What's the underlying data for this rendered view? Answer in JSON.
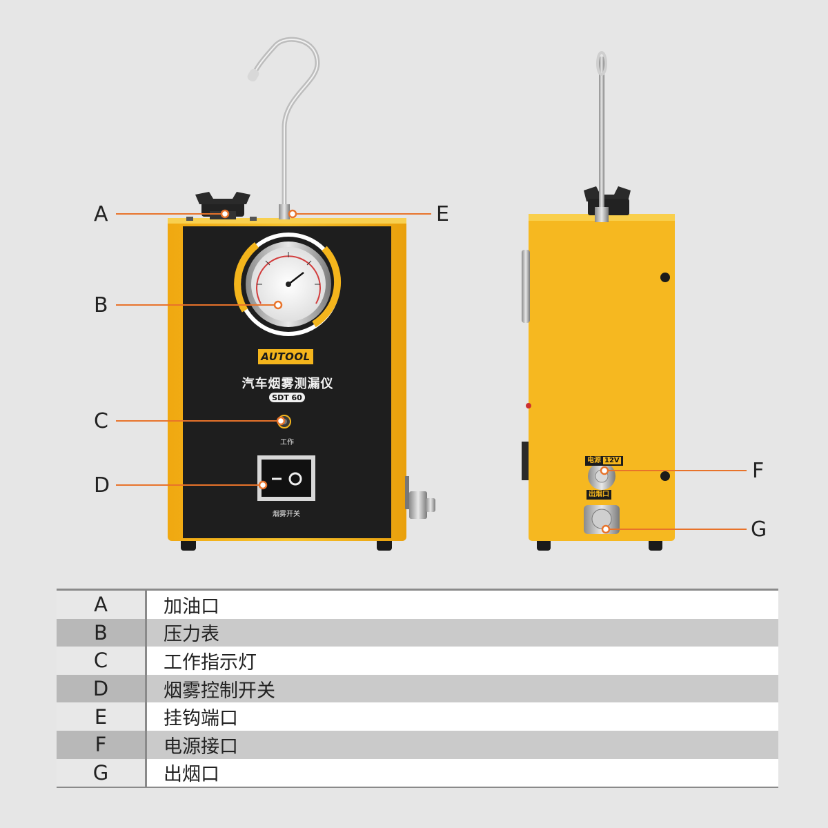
{
  "callouts": [
    "A",
    "B",
    "C",
    "D",
    "E",
    "F",
    "G"
  ],
  "device": {
    "brand": "AUTOOL",
    "product_name": "汽车烟雾测漏仪",
    "model": "SDT 60",
    "indicator_label": "工作",
    "switch_label": "烟雾开关",
    "power_label": "电源",
    "power_voltage": "12V",
    "smoke_outlet_label": "出烟口"
  },
  "table": {
    "rows": [
      {
        "key": "A",
        "value": "加油口"
      },
      {
        "key": "B",
        "value": "压力表"
      },
      {
        "key": "C",
        "value": "工作指示灯"
      },
      {
        "key": "D",
        "value": "烟雾控制开关"
      },
      {
        "key": "E",
        "value": "挂钩端口"
      },
      {
        "key": "F",
        "value": "电源接口"
      },
      {
        "key": "G",
        "value": "出烟口"
      }
    ]
  },
  "colors": {
    "body_yellow": "#f4b51c",
    "panel_black": "#1e1e1e",
    "leader_orange": "#e8732a"
  }
}
